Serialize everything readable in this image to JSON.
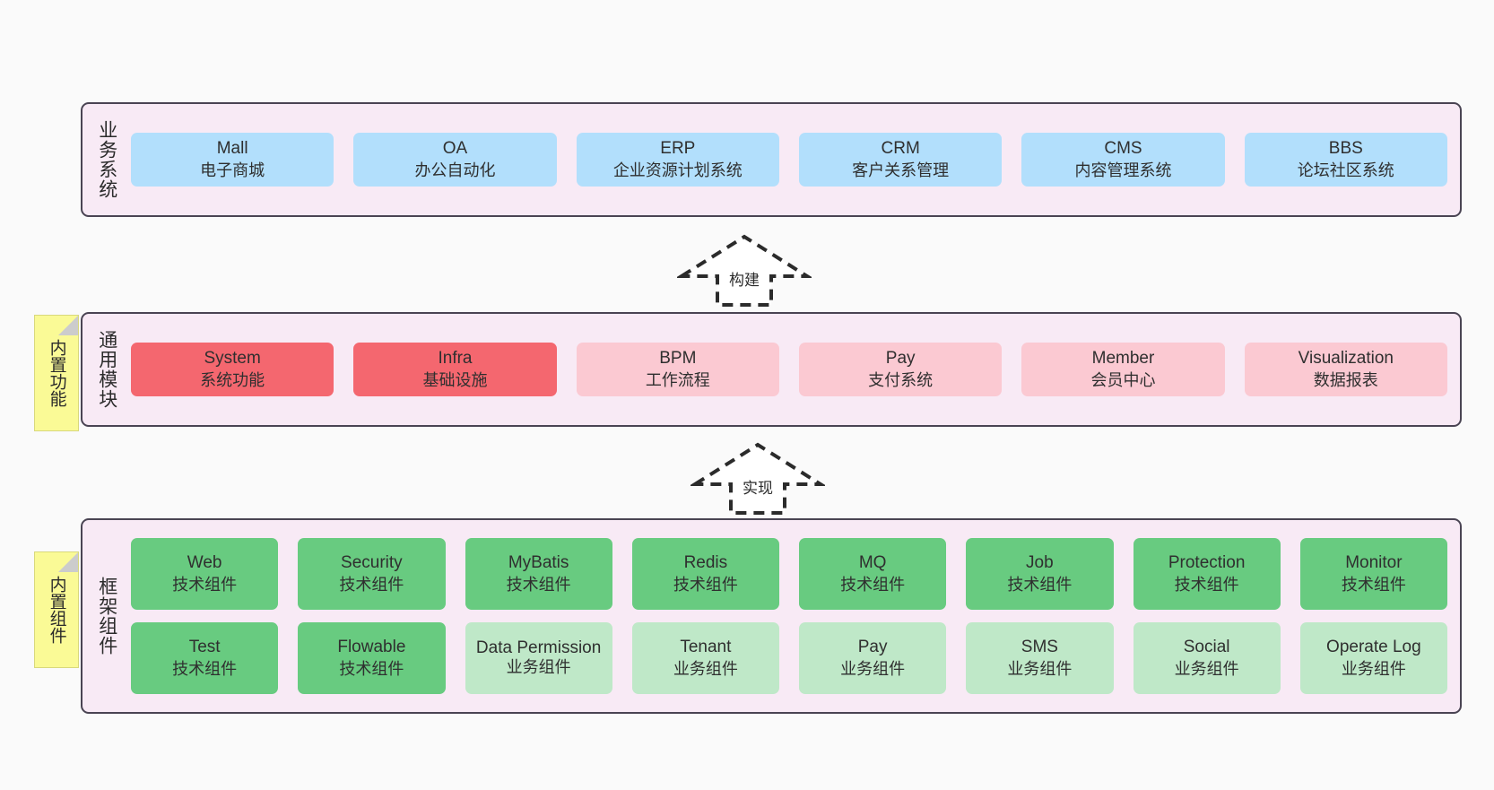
{
  "diagram": {
    "background": "#fafafa",
    "colors": {
      "layer_bg": "#f8eaf5",
      "layer_border": "#4a4453",
      "blue": "#b2dffc",
      "red": "#f4676f",
      "pink": "#fbc9d2",
      "green": "#68cb80",
      "light_green": "#bfe8c8",
      "sticky": "#fafa96"
    }
  },
  "layers": {
    "business": {
      "title": "业务系统",
      "cards": [
        {
          "name": "Mall",
          "desc": "电子商城"
        },
        {
          "name": "OA",
          "desc": "办公自动化"
        },
        {
          "name": "ERP",
          "desc": "企业资源计划系统"
        },
        {
          "name": "CRM",
          "desc": "客户关系管理"
        },
        {
          "name": "CMS",
          "desc": "内容管理系统"
        },
        {
          "name": "BBS",
          "desc": "论坛社区系统"
        }
      ]
    },
    "common": {
      "title": "通用模块",
      "sticky": "内置功能",
      "cards": [
        {
          "name": "System",
          "desc": "系统功能",
          "style": "red"
        },
        {
          "name": "Infra",
          "desc": "基础设施",
          "style": "red"
        },
        {
          "name": "BPM",
          "desc": "工作流程",
          "style": "pink"
        },
        {
          "name": "Pay",
          "desc": "支付系统",
          "style": "pink"
        },
        {
          "name": "Member",
          "desc": "会员中心",
          "style": "pink"
        },
        {
          "name": "Visualization",
          "desc": "数据报表",
          "style": "pink"
        }
      ]
    },
    "framework": {
      "title": "框架组件",
      "sticky": "内置组件",
      "row1": [
        {
          "name": "Web",
          "desc": "技术组件"
        },
        {
          "name": "Security",
          "desc": "技术组件"
        },
        {
          "name": "MyBatis",
          "desc": "技术组件"
        },
        {
          "name": "Redis",
          "desc": "技术组件"
        },
        {
          "name": "MQ",
          "desc": "技术组件"
        },
        {
          "name": "Job",
          "desc": "技术组件"
        },
        {
          "name": "Protection",
          "desc": "技术组件"
        },
        {
          "name": "Monitor",
          "desc": "技术组件"
        }
      ],
      "row2": [
        {
          "name": "Test",
          "desc": "技术组件",
          "style": "green"
        },
        {
          "name": "Flowable",
          "desc": "技术组件",
          "style": "green"
        },
        {
          "name": "Data Permission",
          "desc": "业务组件",
          "style": "lgreen"
        },
        {
          "name": "Tenant",
          "desc": "业务组件",
          "style": "lgreen"
        },
        {
          "name": "Pay",
          "desc": "业务组件",
          "style": "lgreen"
        },
        {
          "name": "SMS",
          "desc": "业务组件",
          "style": "lgreen"
        },
        {
          "name": "Social",
          "desc": "业务组件",
          "style": "lgreen"
        },
        {
          "name": "Operate Log",
          "desc": "业务组件",
          "style": "lgreen"
        }
      ]
    }
  },
  "arrows": {
    "build": {
      "label": "构建",
      "direction": "up",
      "style": "dashed-hollow"
    },
    "implement": {
      "label": "实现",
      "direction": "up",
      "style": "dashed-hollow"
    }
  }
}
